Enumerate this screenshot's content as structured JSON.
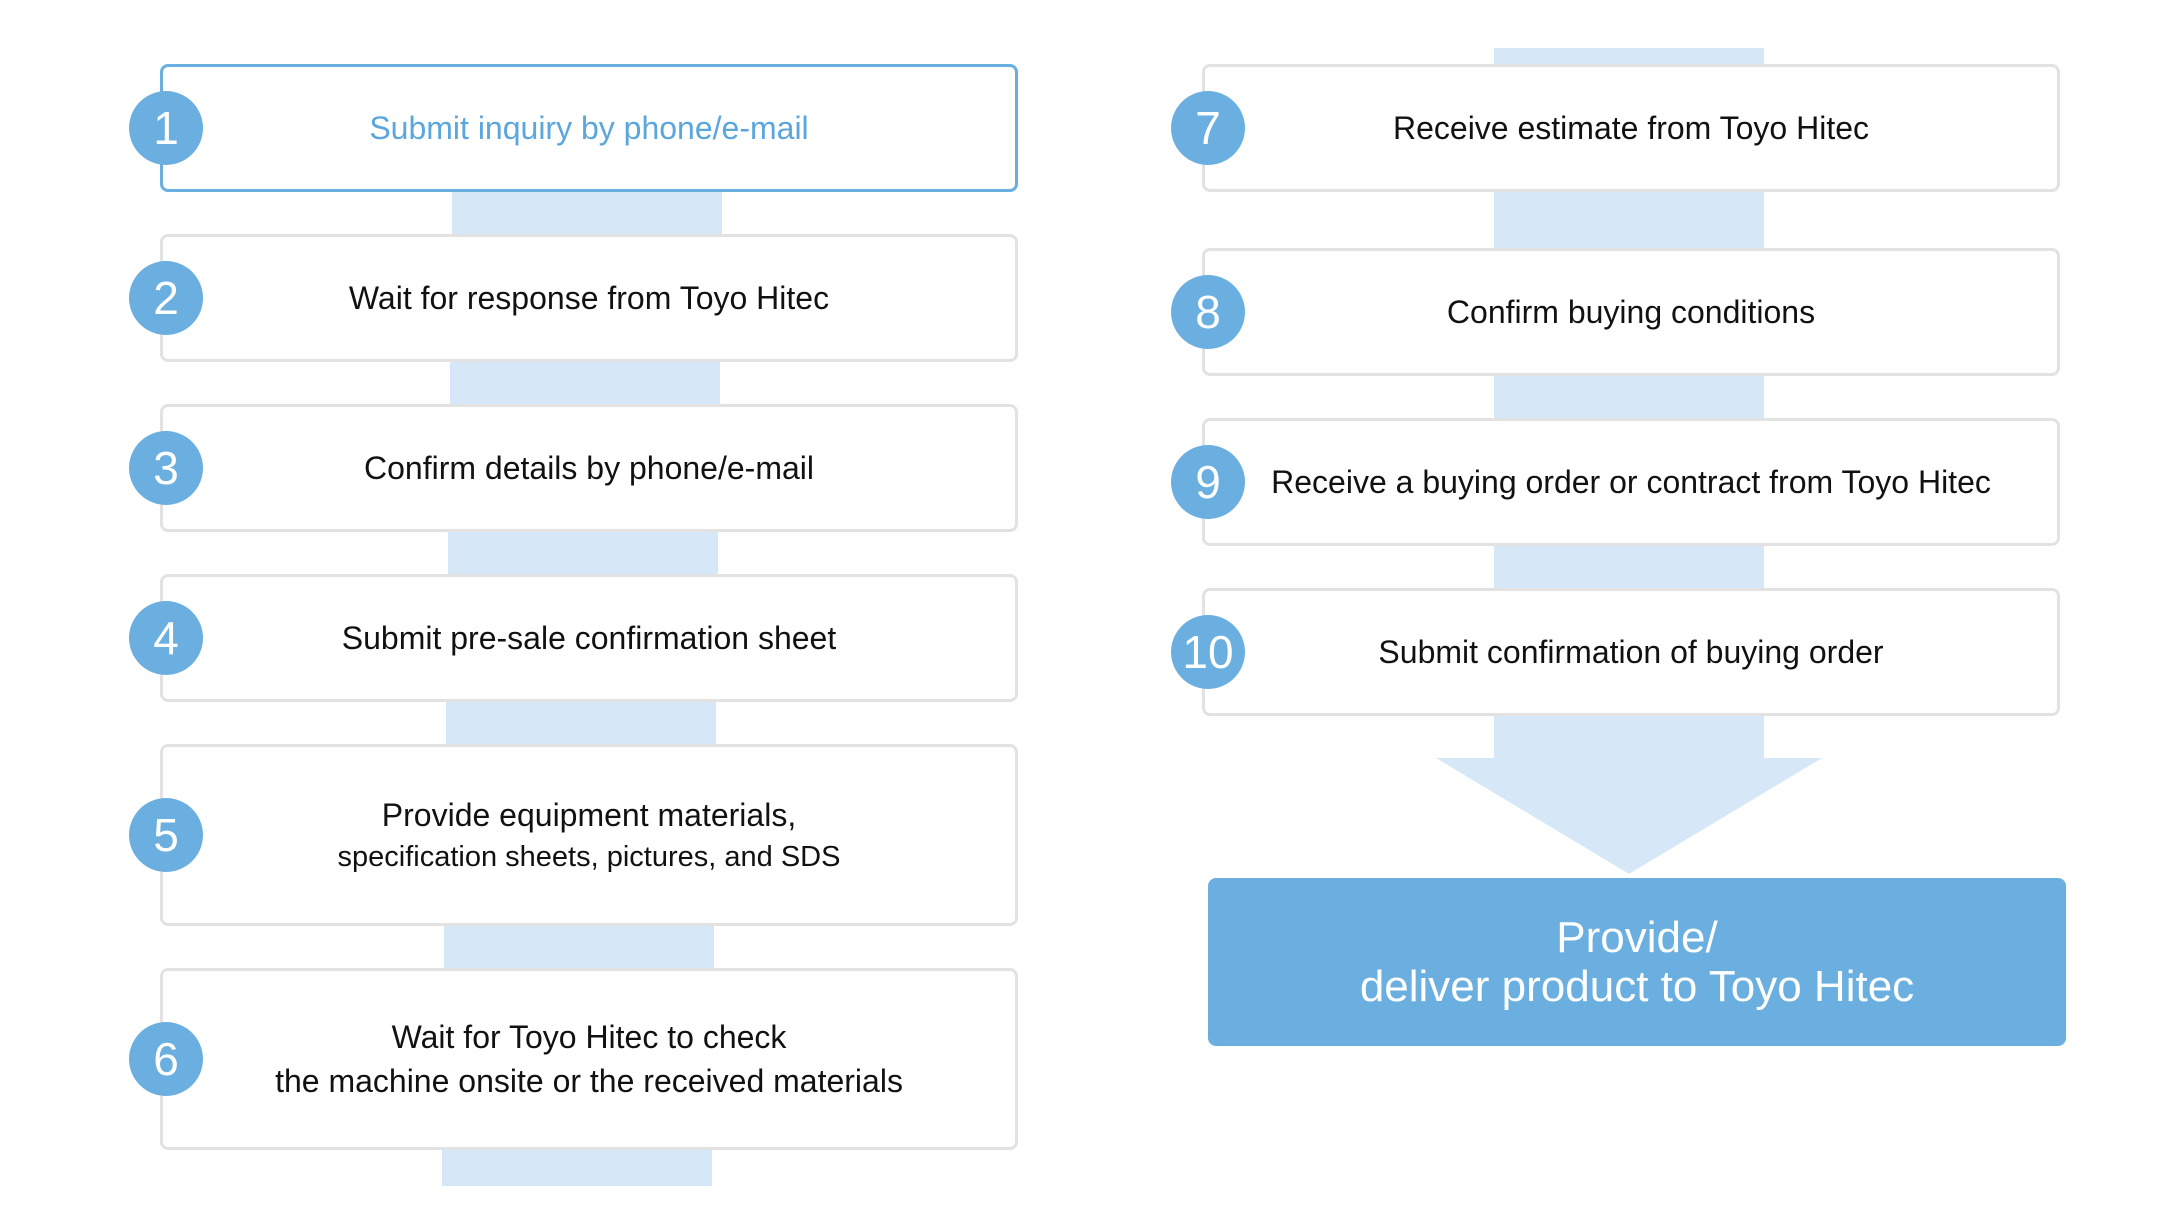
{
  "flow": {
    "steps": [
      {
        "number": "1",
        "lines": [
          "Submit inquiry by phone/e-mail"
        ],
        "active": true
      },
      {
        "number": "2",
        "lines": [
          "Wait for response from Toyo Hitec"
        ]
      },
      {
        "number": "3",
        "lines": [
          "Confirm details by phone/e-mail"
        ]
      },
      {
        "number": "4",
        "lines": [
          "Submit pre-sale confirmation sheet"
        ]
      },
      {
        "number": "5",
        "lines": [
          "Provide equipment materials,",
          "specification sheets, pictures, and SDS"
        ]
      },
      {
        "number": "6",
        "lines": [
          "Wait for Toyo Hitec to check",
          "the machine onsite or the received materials"
        ]
      },
      {
        "number": "7",
        "lines": [
          "Receive estimate from Toyo Hitec"
        ]
      },
      {
        "number": "8",
        "lines": [
          "Confirm buying conditions"
        ]
      },
      {
        "number": "9",
        "lines": [
          "Receive a buying order or contract from Toyo Hitec"
        ]
      },
      {
        "number": "10",
        "lines": [
          "Submit confirmation of buying order"
        ]
      }
    ],
    "final": {
      "lines": [
        "Provide/",
        "deliver product to Toyo Hitec"
      ]
    }
  },
  "colors": {
    "accent": "#6aafe0",
    "connector": "#d6e8f7",
    "box_border": "#e2e2e2",
    "active_text": "#5aa6dd"
  }
}
